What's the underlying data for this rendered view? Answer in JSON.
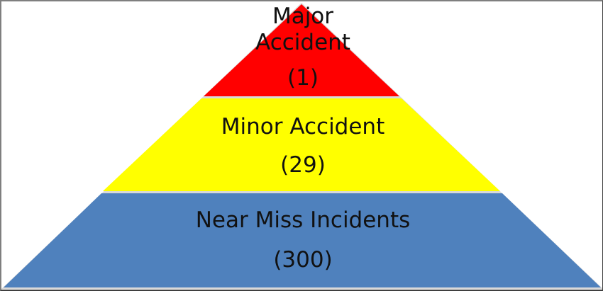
{
  "diagram": {
    "type": "pyramid",
    "title": "",
    "levels": [
      {
        "id": "major",
        "name_line1": "Major",
        "name_line2": "Accident",
        "count_label": "(1)",
        "value": 1,
        "color": "#ff0000"
      },
      {
        "id": "minor",
        "name": "Minor Accident",
        "count_label": "(29)",
        "value": 29,
        "color": "#ffff00"
      },
      {
        "id": "near-miss",
        "name": "Near Miss Incidents",
        "count_label": "(300)",
        "value": 300,
        "color": "#4f81bd"
      }
    ]
  }
}
